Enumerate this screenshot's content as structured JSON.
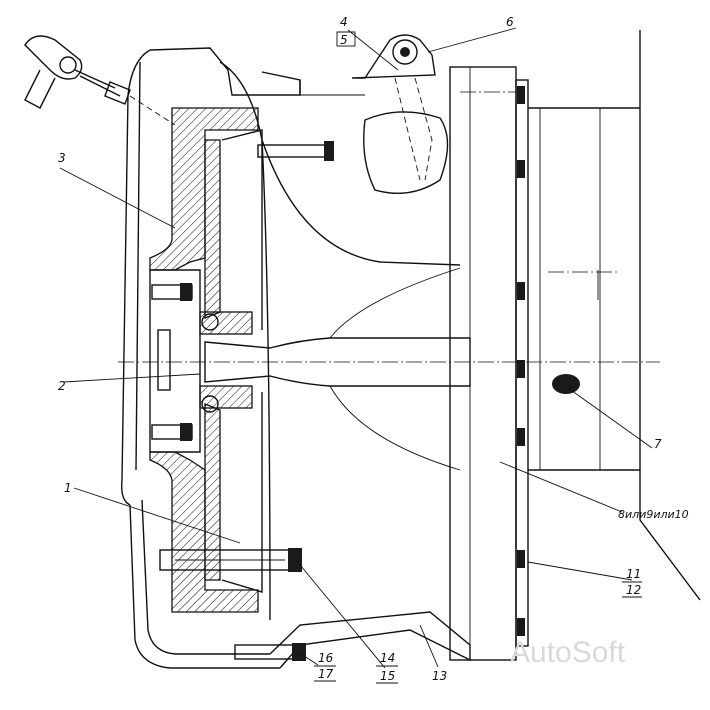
{
  "callouts": [
    {
      "id": "c1",
      "text": "1"
    },
    {
      "id": "c2",
      "text": "2"
    },
    {
      "id": "c3",
      "text": "3"
    },
    {
      "id": "c4",
      "text": "4"
    },
    {
      "id": "c5",
      "text": "5"
    },
    {
      "id": "c6",
      "text": "6"
    },
    {
      "id": "c7",
      "text": "7"
    },
    {
      "id": "c8",
      "text": "8или9или10"
    },
    {
      "id": "c11",
      "text": "11"
    },
    {
      "id": "c12",
      "text": "12"
    },
    {
      "id": "c13",
      "text": "13"
    },
    {
      "id": "c14",
      "text": "14"
    },
    {
      "id": "c15",
      "text": "15"
    },
    {
      "id": "c16",
      "text": "16"
    },
    {
      "id": "c17",
      "text": "17"
    }
  ],
  "watermark": "AutoSoft"
}
